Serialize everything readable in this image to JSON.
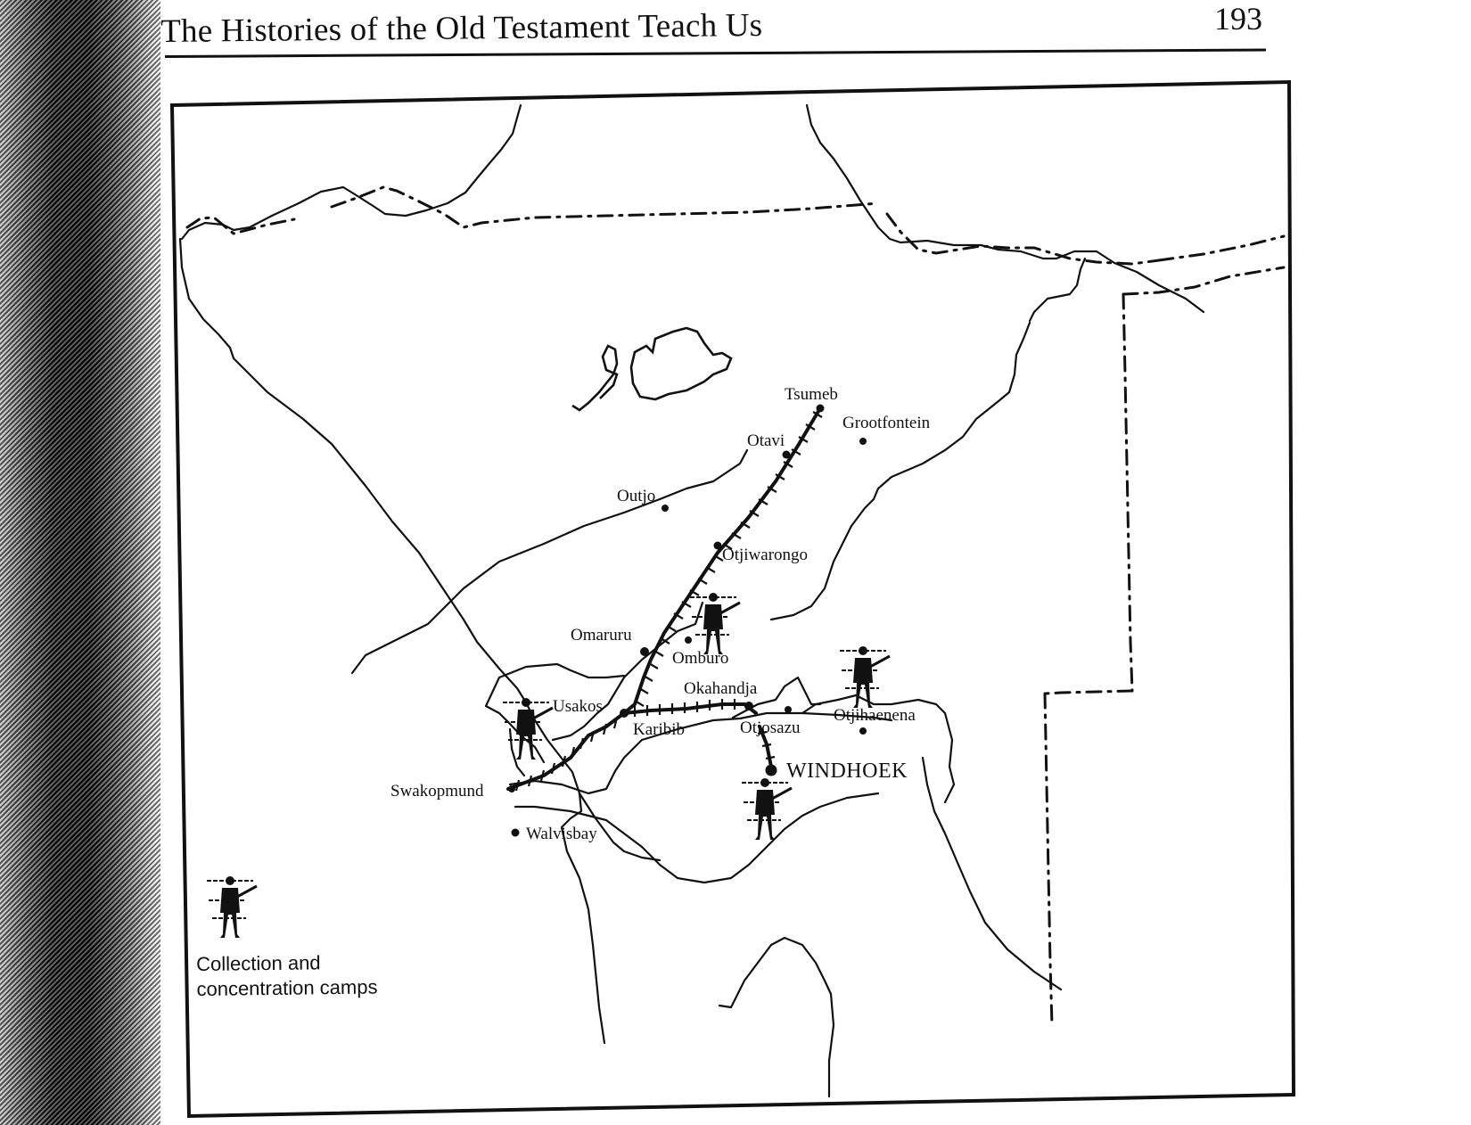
{
  "page": {
    "running_head": "The Histories of the Old Testament Teach Us",
    "page_number": "193"
  },
  "map": {
    "places": [
      {
        "name": "Tsumeb",
        "type": "town"
      },
      {
        "name": "Grootfontein",
        "type": "town"
      },
      {
        "name": "Otavi",
        "type": "town"
      },
      {
        "name": "Outjo",
        "type": "town"
      },
      {
        "name": "Otjiwarongo",
        "type": "town"
      },
      {
        "name": "Omaruru",
        "type": "town"
      },
      {
        "name": "Omburo",
        "type": "town"
      },
      {
        "name": "Okahandja",
        "type": "town"
      },
      {
        "name": "Usakos",
        "type": "town"
      },
      {
        "name": "Karibib",
        "type": "town"
      },
      {
        "name": "Otjosazu",
        "type": "town"
      },
      {
        "name": "Otjihaenena",
        "type": "town"
      },
      {
        "name": "WINDHOEK",
        "type": "capital"
      },
      {
        "name": "Swakopmund",
        "type": "town"
      },
      {
        "name": "Walvisbay",
        "type": "town"
      }
    ],
    "labels": {
      "tsumeb": "Tsumeb",
      "grootfontein": "Grootfontein",
      "otavi": "Otavi",
      "outjo": "Outjo",
      "otjiwarongo": "Otjiwarongo",
      "omaruru": "Omaruru",
      "omburo": "Omburo",
      "okahandja": "Okahandja",
      "usakos": "Usakos",
      "karibib": "Karibib",
      "otjosazu": "Otjosazu",
      "otjihaenena": "Otjihaenena",
      "windhoek": "WINDHOEK",
      "swakopmund": "Swakopmund",
      "walvisbay": "Walvisbay"
    },
    "camp_symbol_icon": "fenced-prisoner-icon",
    "camp_locations": [
      "Omburo",
      "Usakos",
      "Otjihaenena",
      "Windhoek"
    ],
    "legend": {
      "icon": "fenced-prisoner-icon",
      "line1": "Collection and",
      "line2": "concentration camps"
    },
    "line_styles": {
      "railway": "solid line with cross ticks",
      "border": "dash-dot line",
      "river": "thin solid line"
    }
  }
}
